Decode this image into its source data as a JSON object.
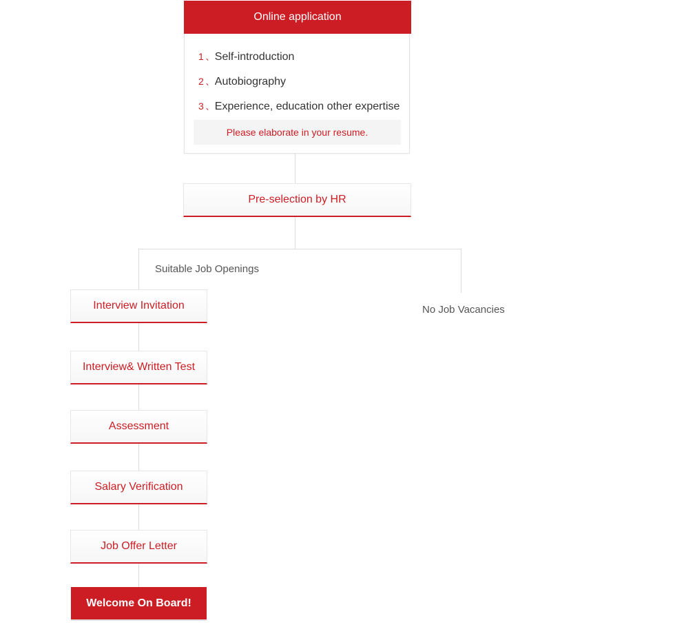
{
  "online_application": {
    "title": "Online application",
    "items": [
      {
        "num": "1",
        "sep": "、",
        "label": "Self-introduction"
      },
      {
        "num": "2",
        "sep": "、",
        "label": "Autobiography"
      },
      {
        "num": "3",
        "sep": "、",
        "label": "Experience, education other expertise"
      }
    ],
    "note": "Please elaborate in your resume."
  },
  "preselection": {
    "label": "Pre-selection by HR"
  },
  "branches": {
    "suitable": "Suitable Job Openings",
    "no_vacancies": "No Job Vacancies"
  },
  "steps": [
    {
      "label": "Interview Invitation"
    },
    {
      "label": "Interview& Written Test"
    },
    {
      "label": "Assessment"
    },
    {
      "label": "Salary Verification"
    },
    {
      "label": "Job Offer Letter"
    }
  ],
  "final_step": {
    "label": "Welcome On Board!"
  },
  "colors": {
    "accent": "#cc1d24",
    "line": "#dcdcdc",
    "note_bg": "#f4f4f4"
  }
}
